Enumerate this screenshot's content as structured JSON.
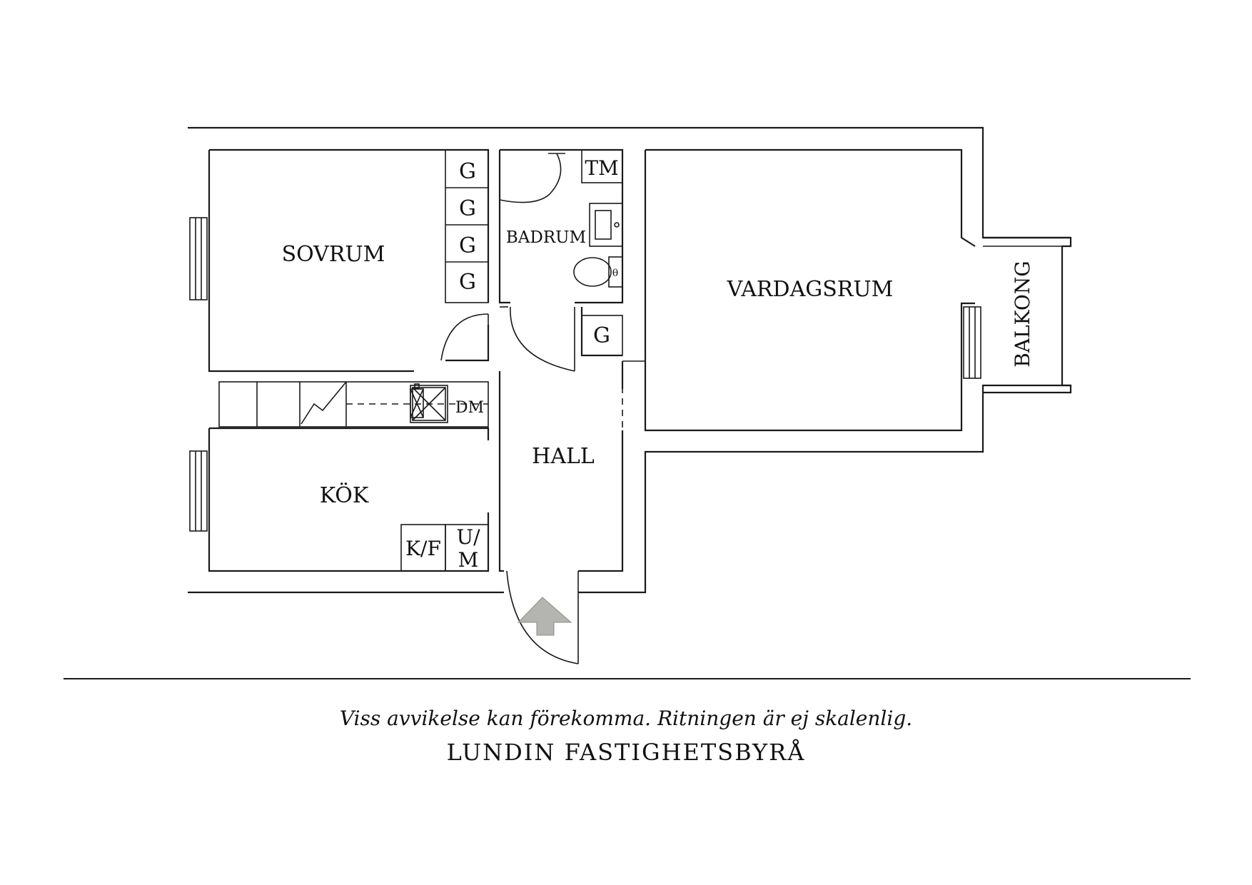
{
  "rooms": {
    "sovrum": "SOVRUM",
    "badrum": "BADRUM",
    "vardagsrum": "VARDAGSRUM",
    "balkong": "BALKONG",
    "kok": "KÖK",
    "hall": "HALL"
  },
  "fixtures": {
    "wardrobe": "G",
    "washing_machine": "TM",
    "dishwasher": "DM",
    "fridge_freezer": "K/F",
    "oven_micro_top": "U/",
    "oven_micro_bottom": "M"
  },
  "footer": {
    "disclaimer": "Viss avvikelse kan förekomma. Ritningen är ej skalenlig.",
    "brand": "LUNDIN FASTIGHETSBYRÅ"
  },
  "colors": {
    "line": "#1a1a1a",
    "entrance_arrow": "#b4b4b0"
  }
}
